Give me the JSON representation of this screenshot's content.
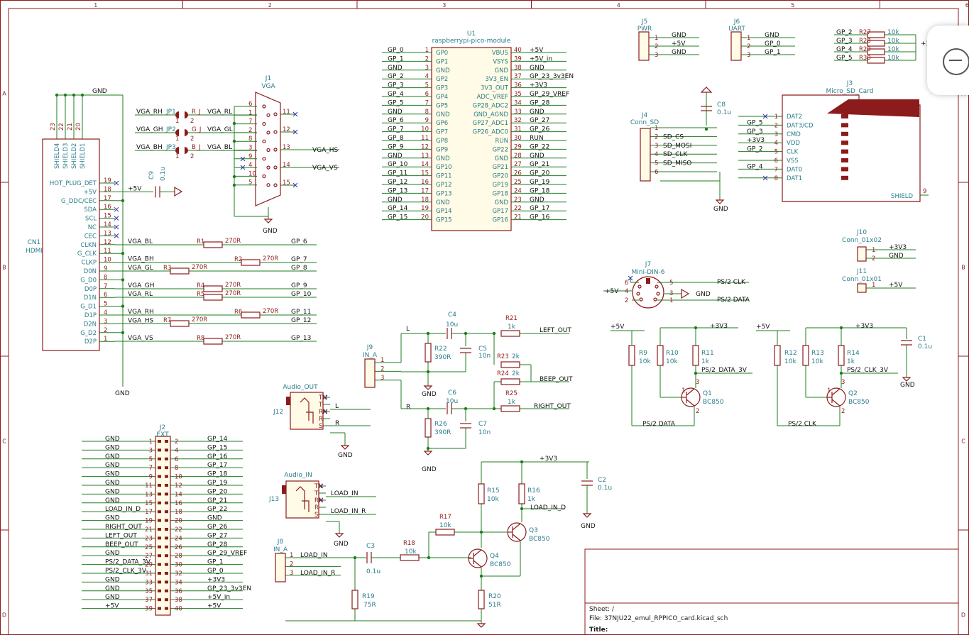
{
  "frame": {
    "cols": [
      "1",
      "2",
      "3",
      "4",
      "5",
      "6"
    ],
    "rows": [
      "A",
      "B",
      "C",
      "D"
    ]
  },
  "title_block": {
    "sheet": "Sheet: /",
    "file": "File: 37NJU22_emul_RPPICO_card.kicad_sch",
    "title": "Title:"
  },
  "u1": {
    "ref": "U1",
    "value": "raspberrypi-pico-module",
    "left_pins": [
      {
        "num": "1",
        "name": "GP0",
        "net": "GP_0"
      },
      {
        "num": "2",
        "name": "GP1",
        "net": "GP_1"
      },
      {
        "num": "3",
        "name": "GND",
        "net": "GND"
      },
      {
        "num": "4",
        "name": "GP2",
        "net": "GP_2"
      },
      {
        "num": "5",
        "name": "GP3",
        "net": "GP_3"
      },
      {
        "num": "6",
        "name": "GP4",
        "net": "GP_4"
      },
      {
        "num": "7",
        "name": "GP5",
        "net": "GP_5"
      },
      {
        "num": "8",
        "name": "GND",
        "net": "GND"
      },
      {
        "num": "9",
        "name": "GP6",
        "net": "GP_6"
      },
      {
        "num": "10",
        "name": "GP7",
        "net": "GP_7"
      },
      {
        "num": "11",
        "name": "GP8",
        "net": "GP_8"
      },
      {
        "num": "12",
        "name": "GP9",
        "net": "GP_9"
      },
      {
        "num": "13",
        "name": "GND",
        "net": "GND"
      },
      {
        "num": "14",
        "name": "GP10",
        "net": "GP_10"
      },
      {
        "num": "15",
        "name": "GP11",
        "net": "GP_11"
      },
      {
        "num": "16",
        "name": "GP12",
        "net": "GP_12"
      },
      {
        "num": "17",
        "name": "GP13",
        "net": "GP_13"
      },
      {
        "num": "18",
        "name": "GND",
        "net": "GND"
      },
      {
        "num": "19",
        "name": "GP14",
        "net": "GP_14"
      },
      {
        "num": "20",
        "name": "GP15",
        "net": "GP_15"
      }
    ],
    "right_pins": [
      {
        "num": "40",
        "name": "VBUS",
        "net": "+5V"
      },
      {
        "num": "39",
        "name": "VSYS",
        "net": "+5V_in"
      },
      {
        "num": "38",
        "name": "GND",
        "net": "GND"
      },
      {
        "num": "37",
        "name": "3V3_EN",
        "net": "GP_23_3v3EN"
      },
      {
        "num": "36",
        "name": "3V3_OUT",
        "net": "+3V3"
      },
      {
        "num": "35",
        "name": "ADC_VREF",
        "net": "GP_29_VREF"
      },
      {
        "num": "34",
        "name": "GP28_ADC2",
        "net": "GP_28"
      },
      {
        "num": "33",
        "name": "GND_AGND",
        "net": "GND"
      },
      {
        "num": "32",
        "name": "GP27_ADC1",
        "net": "GP_27"
      },
      {
        "num": "31",
        "name": "GP26_ADC0",
        "net": "GP_26"
      },
      {
        "num": "30",
        "name": "RUN",
        "net": "RUN"
      },
      {
        "num": "29",
        "name": "GP22",
        "net": "GP_22"
      },
      {
        "num": "28",
        "name": "GND",
        "net": "GND"
      },
      {
        "num": "27",
        "name": "GP21",
        "net": "GP_21"
      },
      {
        "num": "26",
        "name": "GP20",
        "net": "GP_20"
      },
      {
        "num": "25",
        "name": "GP19",
        "net": "GP_19"
      },
      {
        "num": "24",
        "name": "GP18",
        "net": "GP_18"
      },
      {
        "num": "23",
        "name": "GND",
        "net": "GND"
      },
      {
        "num": "22",
        "name": "GP17",
        "net": "GP_17"
      },
      {
        "num": "21",
        "name": "GP16",
        "net": "GP_16"
      }
    ]
  },
  "cn1": {
    "ref": "CN1",
    "value": "HDMI",
    "shield_pins": [
      {
        "num": "23",
        "name": "SHIELD4"
      },
      {
        "num": "22",
        "name": "SHIELD3"
      },
      {
        "num": "21",
        "name": "SHIELD2"
      },
      {
        "num": "20",
        "name": "SHIELD1"
      }
    ],
    "gnd_label": "GND",
    "pins": [
      {
        "num": "19",
        "name": "HOT_PLUG_DET",
        "net": ""
      },
      {
        "num": "18",
        "name": "+5V",
        "net": "+5V"
      },
      {
        "num": "17",
        "name": "G_DDC/CEC",
        "net": ""
      },
      {
        "num": "16",
        "name": "SDA",
        "net": ""
      },
      {
        "num": "15",
        "name": "SCL",
        "net": ""
      },
      {
        "num": "14",
        "name": "NC",
        "net": ""
      },
      {
        "num": "13",
        "name": "CEC",
        "net": ""
      },
      {
        "num": "12",
        "name": "CLKN",
        "net": "VGA_BL"
      },
      {
        "num": "11",
        "name": "G_CLK",
        "net": ""
      },
      {
        "num": "10",
        "name": "CLKP",
        "net": "VGA_BH"
      },
      {
        "num": "9",
        "name": "D0N",
        "net": "VGA_GL"
      },
      {
        "num": "8",
        "name": "G_D0",
        "net": ""
      },
      {
        "num": "7",
        "name": "D0P",
        "net": "VGA_GH"
      },
      {
        "num": "6",
        "name": "D1N",
        "net": "VGA_RL"
      },
      {
        "num": "5",
        "name": "G_D1",
        "net": ""
      },
      {
        "num": "4",
        "name": "D1P",
        "net": "VGA_RH"
      },
      {
        "num": "3",
        "name": "D2N",
        "net": "VGA_HS"
      },
      {
        "num": "2",
        "name": "G_D2",
        "net": ""
      },
      {
        "num": "1",
        "name": "D2P",
        "net": "VGA_VS"
      }
    ],
    "bottom_gnd": "GND"
  },
  "hdmi_resistors": [
    {
      "ref": "R1",
      "value": "270R",
      "gp": "GP_6"
    },
    {
      "ref": "R2",
      "value": "270R",
      "gp": "GP_7"
    },
    {
      "ref": "R3",
      "value": "270R",
      "gp": "GP_8"
    },
    {
      "ref": "R4",
      "value": "270R",
      "gp": "GP_9"
    },
    {
      "ref": "R5",
      "value": "270R",
      "gp": "GP_10"
    },
    {
      "ref": "R6",
      "value": "270R",
      "gp": "GP_11"
    },
    {
      "ref": "R7",
      "value": "270R",
      "gp": "GP_12"
    },
    {
      "ref": "R8",
      "value": "270R",
      "gp": "GP_13"
    }
  ],
  "c9": {
    "ref": "C9",
    "value": "0.1u"
  },
  "j1": {
    "ref": "J1",
    "value": "VGA",
    "jumpers": [
      {
        "ref": "JP1",
        "left": "VGA_RH",
        "right": "VGA_RL",
        "tag": "R_J"
      },
      {
        "ref": "JP2",
        "left": "VGA_GH",
        "right": "VGA_GL",
        "tag": "G_J"
      },
      {
        "ref": "JP3",
        "left": "VGA_BH",
        "right": "VGA_BL",
        "tag": "B_J"
      }
    ],
    "left_pins": [
      "6",
      "1",
      "7",
      "2",
      "8",
      "3",
      "9",
      "4",
      "10",
      "5"
    ],
    "right_pins": [
      "11",
      "12",
      "13",
      "14",
      "15"
    ],
    "hs": "VGA_HS",
    "vs": "VGA_VS",
    "gnd": "GND"
  },
  "j2": {
    "ref": "J2",
    "value": "EXT",
    "rows": [
      {
        "l": "GND",
        "ln": "1",
        "rn": "2",
        "r": "GP_14"
      },
      {
        "l": "GND",
        "ln": "3",
        "rn": "4",
        "r": "GP_15"
      },
      {
        "l": "GND",
        "ln": "5",
        "rn": "6",
        "r": "GP_16"
      },
      {
        "l": "GND",
        "ln": "7",
        "rn": "8",
        "r": "GP_17"
      },
      {
        "l": "GND",
        "ln": "9",
        "rn": "10",
        "r": "GP_18"
      },
      {
        "l": "GND",
        "ln": "11",
        "rn": "12",
        "r": "GP_19"
      },
      {
        "l": "GND",
        "ln": "13",
        "rn": "14",
        "r": "GP_20"
      },
      {
        "l": "GND",
        "ln": "15",
        "rn": "16",
        "r": "GP_21"
      },
      {
        "l": "LOAD_IN_D",
        "ln": "17",
        "rn": "18",
        "r": "GP_22"
      },
      {
        "l": "GND",
        "ln": "19",
        "rn": "20",
        "r": "GND"
      },
      {
        "l": "RIGHT_OUT",
        "ln": "21",
        "rn": "22",
        "r": "GP_26"
      },
      {
        "l": "LEFT_OUT",
        "ln": "23",
        "rn": "24",
        "r": "GP_27"
      },
      {
        "l": "BEEP_OUT",
        "ln": "25",
        "rn": "26",
        "r": "GP_28"
      },
      {
        "l": "GND",
        "ln": "27",
        "rn": "28",
        "r": "GP_29_VREF"
      },
      {
        "l": "PS/2_DATA_3V",
        "ln": "29",
        "rn": "30",
        "r": "GP_1"
      },
      {
        "l": "PS/2_CLK_3V",
        "ln": "31",
        "rn": "32",
        "r": "GP_0"
      },
      {
        "l": "GND",
        "ln": "33",
        "rn": "34",
        "r": "+3V3"
      },
      {
        "l": "GND",
        "ln": "35",
        "rn": "36",
        "r": "GP_23_3v3EN"
      },
      {
        "l": "GND",
        "ln": "37",
        "rn": "38",
        "r": "+5V_in"
      },
      {
        "l": "+5V",
        "ln": "39",
        "rn": "40",
        "r": "+5V"
      }
    ]
  },
  "j5": {
    "ref": "J5",
    "value": "PWR",
    "pins": [
      {
        "n": "1",
        "net": "GND"
      },
      {
        "n": "2",
        "net": "+5V"
      },
      {
        "n": "3",
        "net": "GND"
      }
    ]
  },
  "j6": {
    "ref": "J6",
    "value": "UART",
    "pins": [
      {
        "n": "1",
        "net": "GND"
      },
      {
        "n": "2",
        "net": "GP_0"
      },
      {
        "n": "3",
        "net": "GP_1"
      }
    ]
  },
  "pullups": {
    "rail": "+3V3",
    "items": [
      {
        "net": "GP_2",
        "ref": "R27",
        "value": "10k"
      },
      {
        "net": "GP_3",
        "ref": "R28",
        "value": "10k"
      },
      {
        "net": "GP_4",
        "ref": "R29",
        "value": "10k"
      },
      {
        "net": "GP_5",
        "ref": "R30",
        "value": "10k"
      }
    ]
  },
  "j4": {
    "ref": "J4",
    "value": "Conn_SD",
    "pins": [
      {
        "n": "1",
        "net": ""
      },
      {
        "n": "2",
        "net": "SD_CS"
      },
      {
        "n": "3",
        "net": "SD_MOSI"
      },
      {
        "n": "4",
        "net": "SD_CLK"
      },
      {
        "n": "5",
        "net": "SD_MISO"
      },
      {
        "n": "6",
        "net": ""
      }
    ],
    "gnd": "GND"
  },
  "c8": {
    "ref": "C8",
    "value": "0.1u"
  },
  "j3": {
    "ref": "J3",
    "value": "Micro_SD_Card",
    "pins": [
      {
        "n": "1",
        "name": "DAT2",
        "net": ""
      },
      {
        "n": "2",
        "name": "DAT3/CD",
        "net": "GP_5"
      },
      {
        "n": "3",
        "name": "CMD",
        "net": "GP_3"
      },
      {
        "n": "4",
        "name": "VDD",
        "net": "+3V3"
      },
      {
        "n": "5",
        "name": "CLK",
        "net": "GP_2"
      },
      {
        "n": "6",
        "name": "VSS",
        "net": ""
      },
      {
        "n": "7",
        "name": "DAT0",
        "net": "GP_4"
      },
      {
        "n": "8",
        "name": "DAT1",
        "net": ""
      }
    ],
    "shield": "SHIELD",
    "shield_num": "9"
  },
  "j10": {
    "ref": "J10",
    "value": "Conn_01x02",
    "pins": [
      {
        "n": "1",
        "net": "+3V3"
      },
      {
        "n": "2",
        "net": "GND"
      }
    ]
  },
  "j11": {
    "ref": "J11",
    "value": "Conn_01x01",
    "pins": [
      {
        "n": "1",
        "net": "+5V"
      }
    ]
  },
  "j7": {
    "ref": "J7",
    "value": "Mini-DIN-6",
    "pins": [
      "6",
      "5",
      "4",
      "3",
      "2",
      "1"
    ],
    "clk": "PS/2 CLK",
    "data": "PS/2 DATA",
    "p5v": "+5V",
    "gnd": "GND"
  },
  "ps2_data_stage": {
    "p5v": "+5V",
    "p3v3": "+3V3",
    "r9": {
      "ref": "R9",
      "value": "10k"
    },
    "r10": {
      "ref": "R10",
      "value": "10k"
    },
    "r11": {
      "ref": "R11",
      "value": "1k"
    },
    "q": {
      "ref": "Q1",
      "value": "BC850"
    },
    "out": "PS/2_DATA_3V",
    "bus": "PS/2 DATA"
  },
  "ps2_clk_stage": {
    "p5v": "+5V",
    "p3v3": "+3V3",
    "r12": {
      "ref": "R12",
      "value": "10k"
    },
    "r13": {
      "ref": "R13",
      "value": "10k"
    },
    "r14": {
      "ref": "R14",
      "value": "1k"
    },
    "q": {
      "ref": "Q2",
      "value": "BC850"
    },
    "out": "PS/2_CLK_3V",
    "bus": "PS/2 CLK",
    "c1": {
      "ref": "C1",
      "value": "0.1u"
    },
    "gnd": "GND"
  },
  "j9": {
    "ref": "J9",
    "value": "IN_A",
    "pins": [
      "1",
      "2",
      "3"
    ]
  },
  "audio_out_stage": {
    "L": "L",
    "R": "R",
    "c4": {
      "ref": "C4",
      "value": "10u"
    },
    "c5": {
      "ref": "C5",
      "value": "10n"
    },
    "c6": {
      "ref": "C6",
      "value": "10u"
    },
    "c7": {
      "ref": "C7",
      "value": "10n"
    },
    "r21": {
      "ref": "R21",
      "value": "1k"
    },
    "r22": {
      "ref": "R22",
      "value": "390R"
    },
    "r23": {
      "ref": "R23",
      "value": "2k"
    },
    "r24": {
      "ref": "R24",
      "value": "2k"
    },
    "r25": {
      "ref": "R25",
      "value": "1k"
    },
    "r26": {
      "ref": "R26",
      "value": "390R"
    },
    "left_out": "LEFT_OUT",
    "beep_out": "BEEP_OUT",
    "right_out": "RIGHT_OUT",
    "gnd": "GND"
  },
  "j12": {
    "ref": "J12",
    "value": "Audio_OUT",
    "pins": [
      "TN",
      "T",
      "RN",
      "R",
      "S"
    ],
    "L": "L",
    "R": "R",
    "gnd": "GND"
  },
  "j13": {
    "ref": "J13",
    "value": "Audio_IN",
    "pins": [
      "TN",
      "T",
      "RN",
      "R",
      "S"
    ],
    "load_in": "LOAD_IN",
    "load_in_r": "LOAD_IN_R",
    "gnd": "GND"
  },
  "j8": {
    "ref": "J8",
    "value": "IN_A",
    "pins": [
      {
        "n": "1",
        "net": "LOAD_IN"
      },
      {
        "n": "2",
        "net": ""
      },
      {
        "n": "3",
        "net": "LOAD_IN_R"
      }
    ]
  },
  "load_stage": {
    "p3v3": "+3V3",
    "c3": {
      "ref": "C3",
      "value": "0.1u"
    },
    "c2": {
      "ref": "C2",
      "value": "0.1u"
    },
    "r15": {
      "ref": "R15",
      "value": "10k"
    },
    "r16": {
      "ref": "R16",
      "value": "1k"
    },
    "r17": {
      "ref": "R17",
      "value": "10k"
    },
    "r18": {
      "ref": "R18",
      "value": "10k"
    },
    "r19": {
      "ref": "R19",
      "value": "75R"
    },
    "r20": {
      "ref": "R20",
      "value": "51R"
    },
    "q3": {
      "ref": "Q3",
      "value": "BC850"
    },
    "q4": {
      "ref": "Q4",
      "value": "BC850"
    },
    "out": "LOAD_IN_D",
    "gnd": "GND"
  }
}
